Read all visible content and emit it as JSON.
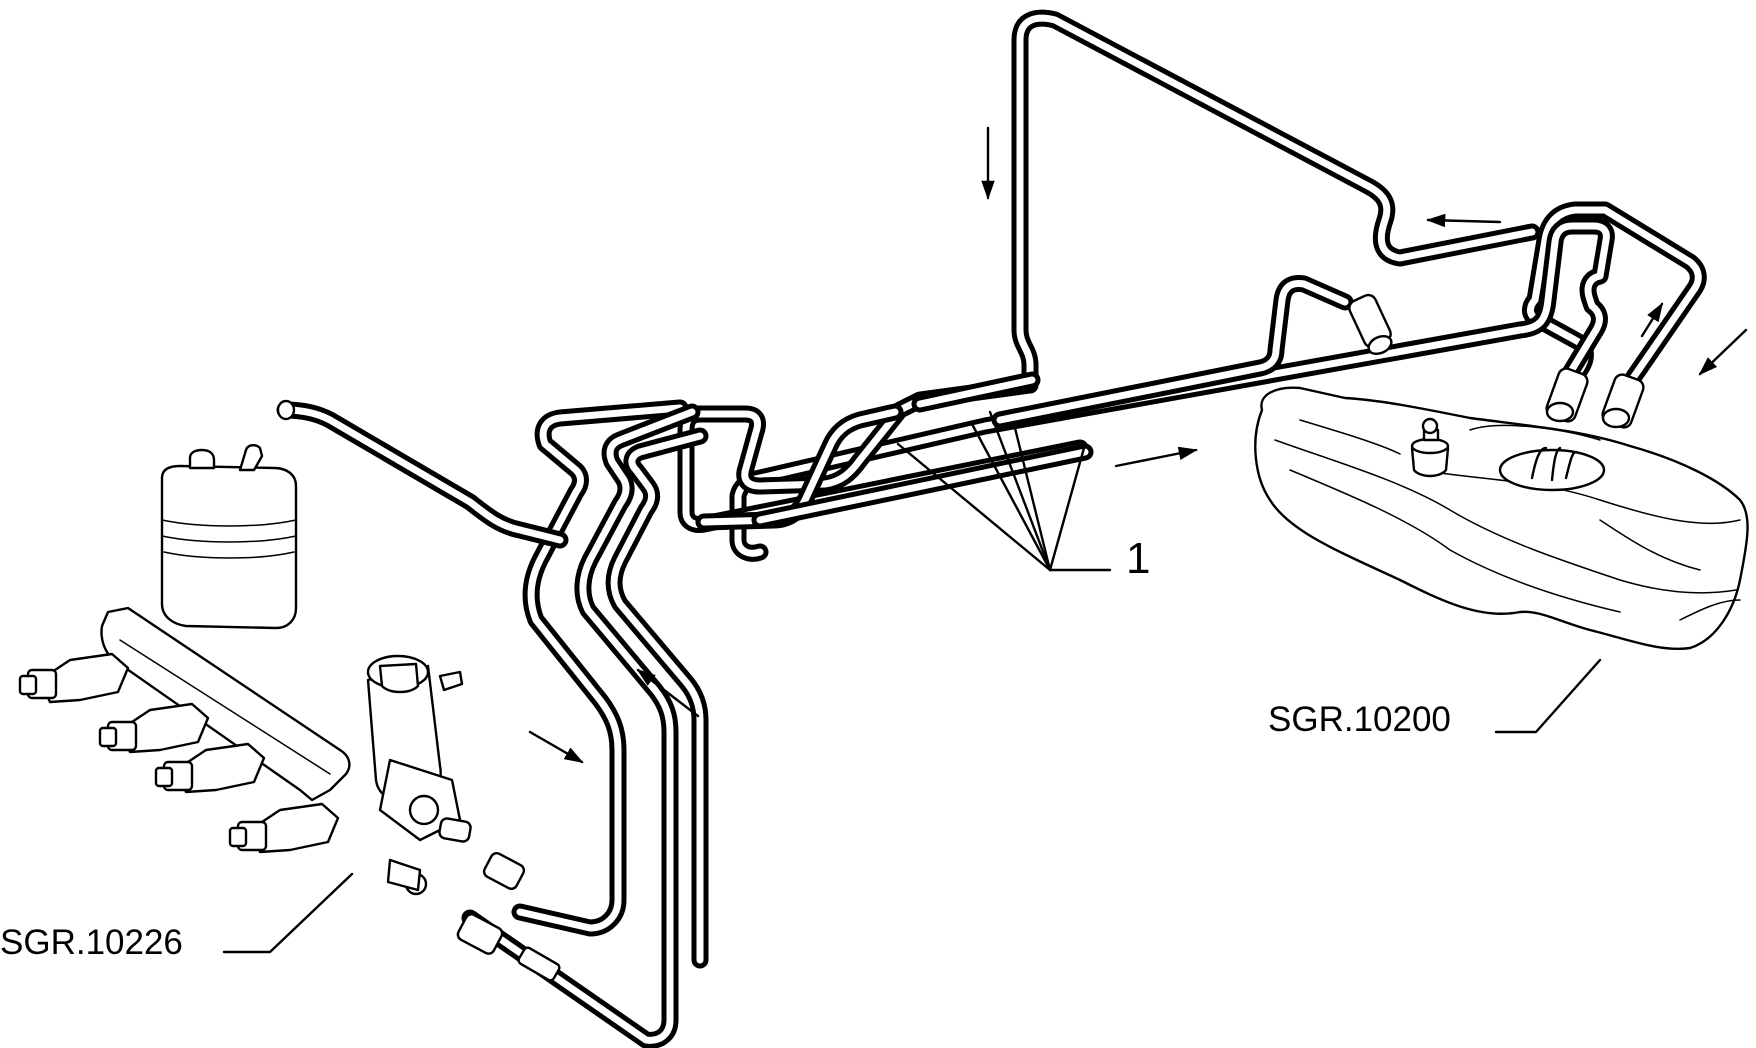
{
  "labels": {
    "callout_1": "1",
    "part_tank": "SGR.10200",
    "part_rail": "SGR.10226"
  },
  "colors": {
    "ink": "#000000",
    "background": "#ffffff"
  }
}
